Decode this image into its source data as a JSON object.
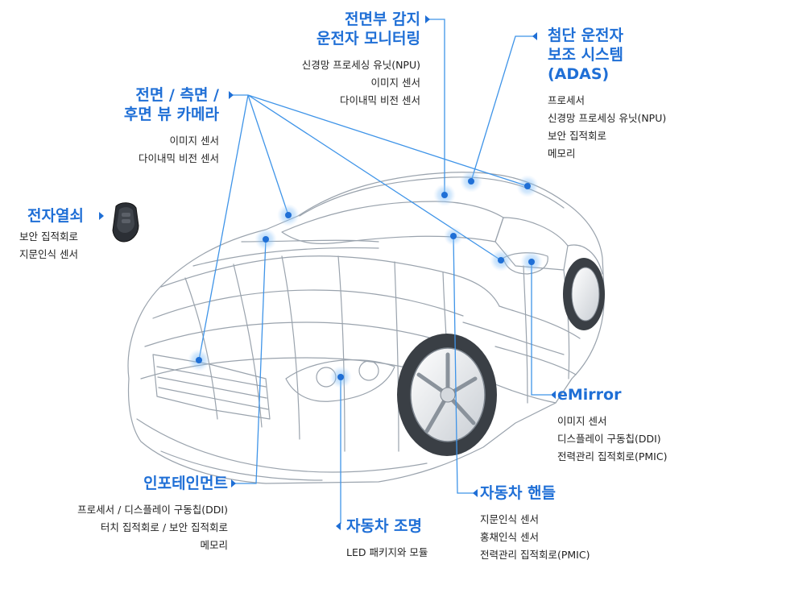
{
  "colors": {
    "accent": "#1f6fd6",
    "line": "#3f94e8",
    "wire": "#9aa3ad"
  },
  "labels": {
    "front_monitor": {
      "title": [
        "전면부 감지",
        "운전자 모니터링"
      ],
      "items": [
        "신경망 프로세싱 유닛(NPU)",
        "이미지 센서",
        "다이내믹 비전 센서"
      ]
    },
    "adas": {
      "title": [
        "첨단 운전자",
        "보조 시스템",
        "(ADAS)"
      ],
      "items": [
        "프로세서",
        "신경망 프로세싱 유닛(NPU)",
        "보안 집적회로",
        "메모리"
      ]
    },
    "cameras": {
      "title": [
        "전면 / 측면 /",
        "후면 뷰 카메라"
      ],
      "items": [
        "이미지 센서",
        "다이내믹 비전 센서"
      ]
    },
    "key": {
      "title": [
        "전자열쇠"
      ],
      "items": [
        "보안 집적회로",
        "지문인식 센서"
      ]
    },
    "emirror": {
      "title": [
        "eMirror"
      ],
      "items": [
        "이미지 센서",
        "디스플레이 구동칩(DDI)",
        "전력관리 집적회로(PMIC)"
      ]
    },
    "infotainment": {
      "title": [
        "인포테인먼트"
      ],
      "items": [
        "프로세서 / 디스플레이 구동칩(DDI)",
        "터치 집적회로 / 보안 집적회로",
        "메모리"
      ]
    },
    "lighting": {
      "title": [
        "자동차 조명"
      ],
      "items": [
        "LED 패키지와 모듈"
      ]
    },
    "handle": {
      "title": [
        "자동차 핸들"
      ],
      "items": [
        "지문인식 센서",
        "홍채인식 센서",
        "전력관리 집적회로(PMIC)"
      ]
    }
  },
  "icons": [
    "key-fob-icon",
    "sensor-dot-icon",
    "pointer-triangle-icon"
  ]
}
